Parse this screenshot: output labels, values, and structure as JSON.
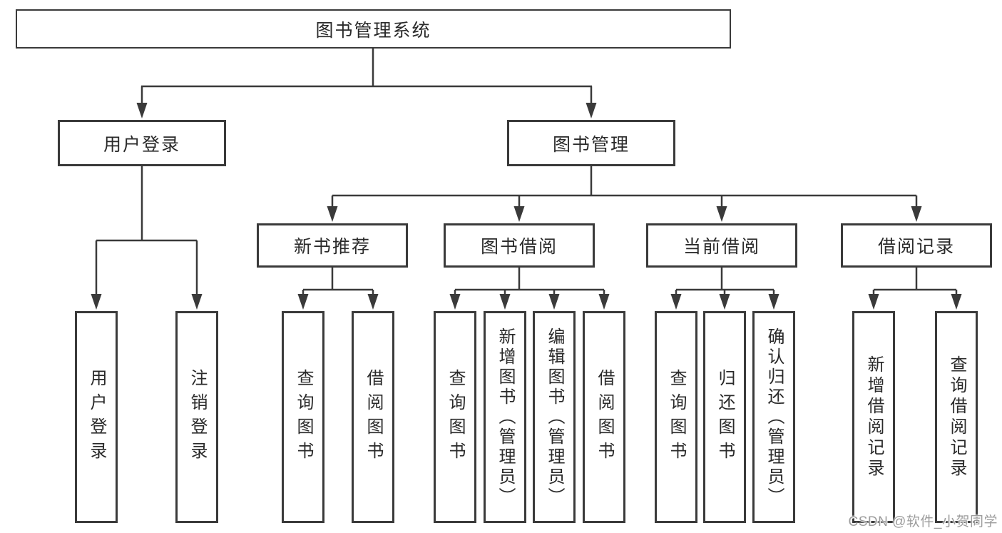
{
  "diagram": {
    "root": {
      "label": "图书管理系统"
    },
    "level2": [
      {
        "id": "user-login",
        "label": "用户登录"
      },
      {
        "id": "book-management",
        "label": "图书管理"
      }
    ],
    "level3": [
      {
        "id": "new-book-recommendation",
        "parent": "book-management",
        "label": "新书推荐"
      },
      {
        "id": "book-borrowing",
        "parent": "book-management",
        "label": "图书借阅"
      },
      {
        "id": "current-borrowing",
        "parent": "book-management",
        "label": "当前借阅"
      },
      {
        "id": "borrowing-records",
        "parent": "book-management",
        "label": "借阅记录"
      }
    ],
    "leaves": [
      {
        "parent": "user-login",
        "label": "用户登录"
      },
      {
        "parent": "user-login",
        "label": "注销登录"
      },
      {
        "parent": "new-book-recommendation",
        "label": "查询图书"
      },
      {
        "parent": "new-book-recommendation",
        "label": "借阅图书"
      },
      {
        "parent": "book-borrowing",
        "label": "查询图书"
      },
      {
        "parent": "book-borrowing",
        "label": "新增图书（管理员）"
      },
      {
        "parent": "book-borrowing",
        "label": "编辑图书（管理员）"
      },
      {
        "parent": "book-borrowing",
        "label": "借阅图书"
      },
      {
        "parent": "current-borrowing",
        "label": "查询图书"
      },
      {
        "parent": "current-borrowing",
        "label": "归还图书"
      },
      {
        "parent": "current-borrowing",
        "label": "确认归还（管理员）"
      },
      {
        "parent": "borrowing-records",
        "label": "新增借阅记录"
      },
      {
        "parent": "borrowing-records",
        "label": "查询借阅记录"
      }
    ]
  },
  "watermark": {
    "text": "CSDN @软件_小贺同学"
  },
  "colors": {
    "line": "#3a3a3a",
    "text": "#2a2a2a",
    "watermark": "#9c9c9c",
    "background": "#ffffff"
  }
}
